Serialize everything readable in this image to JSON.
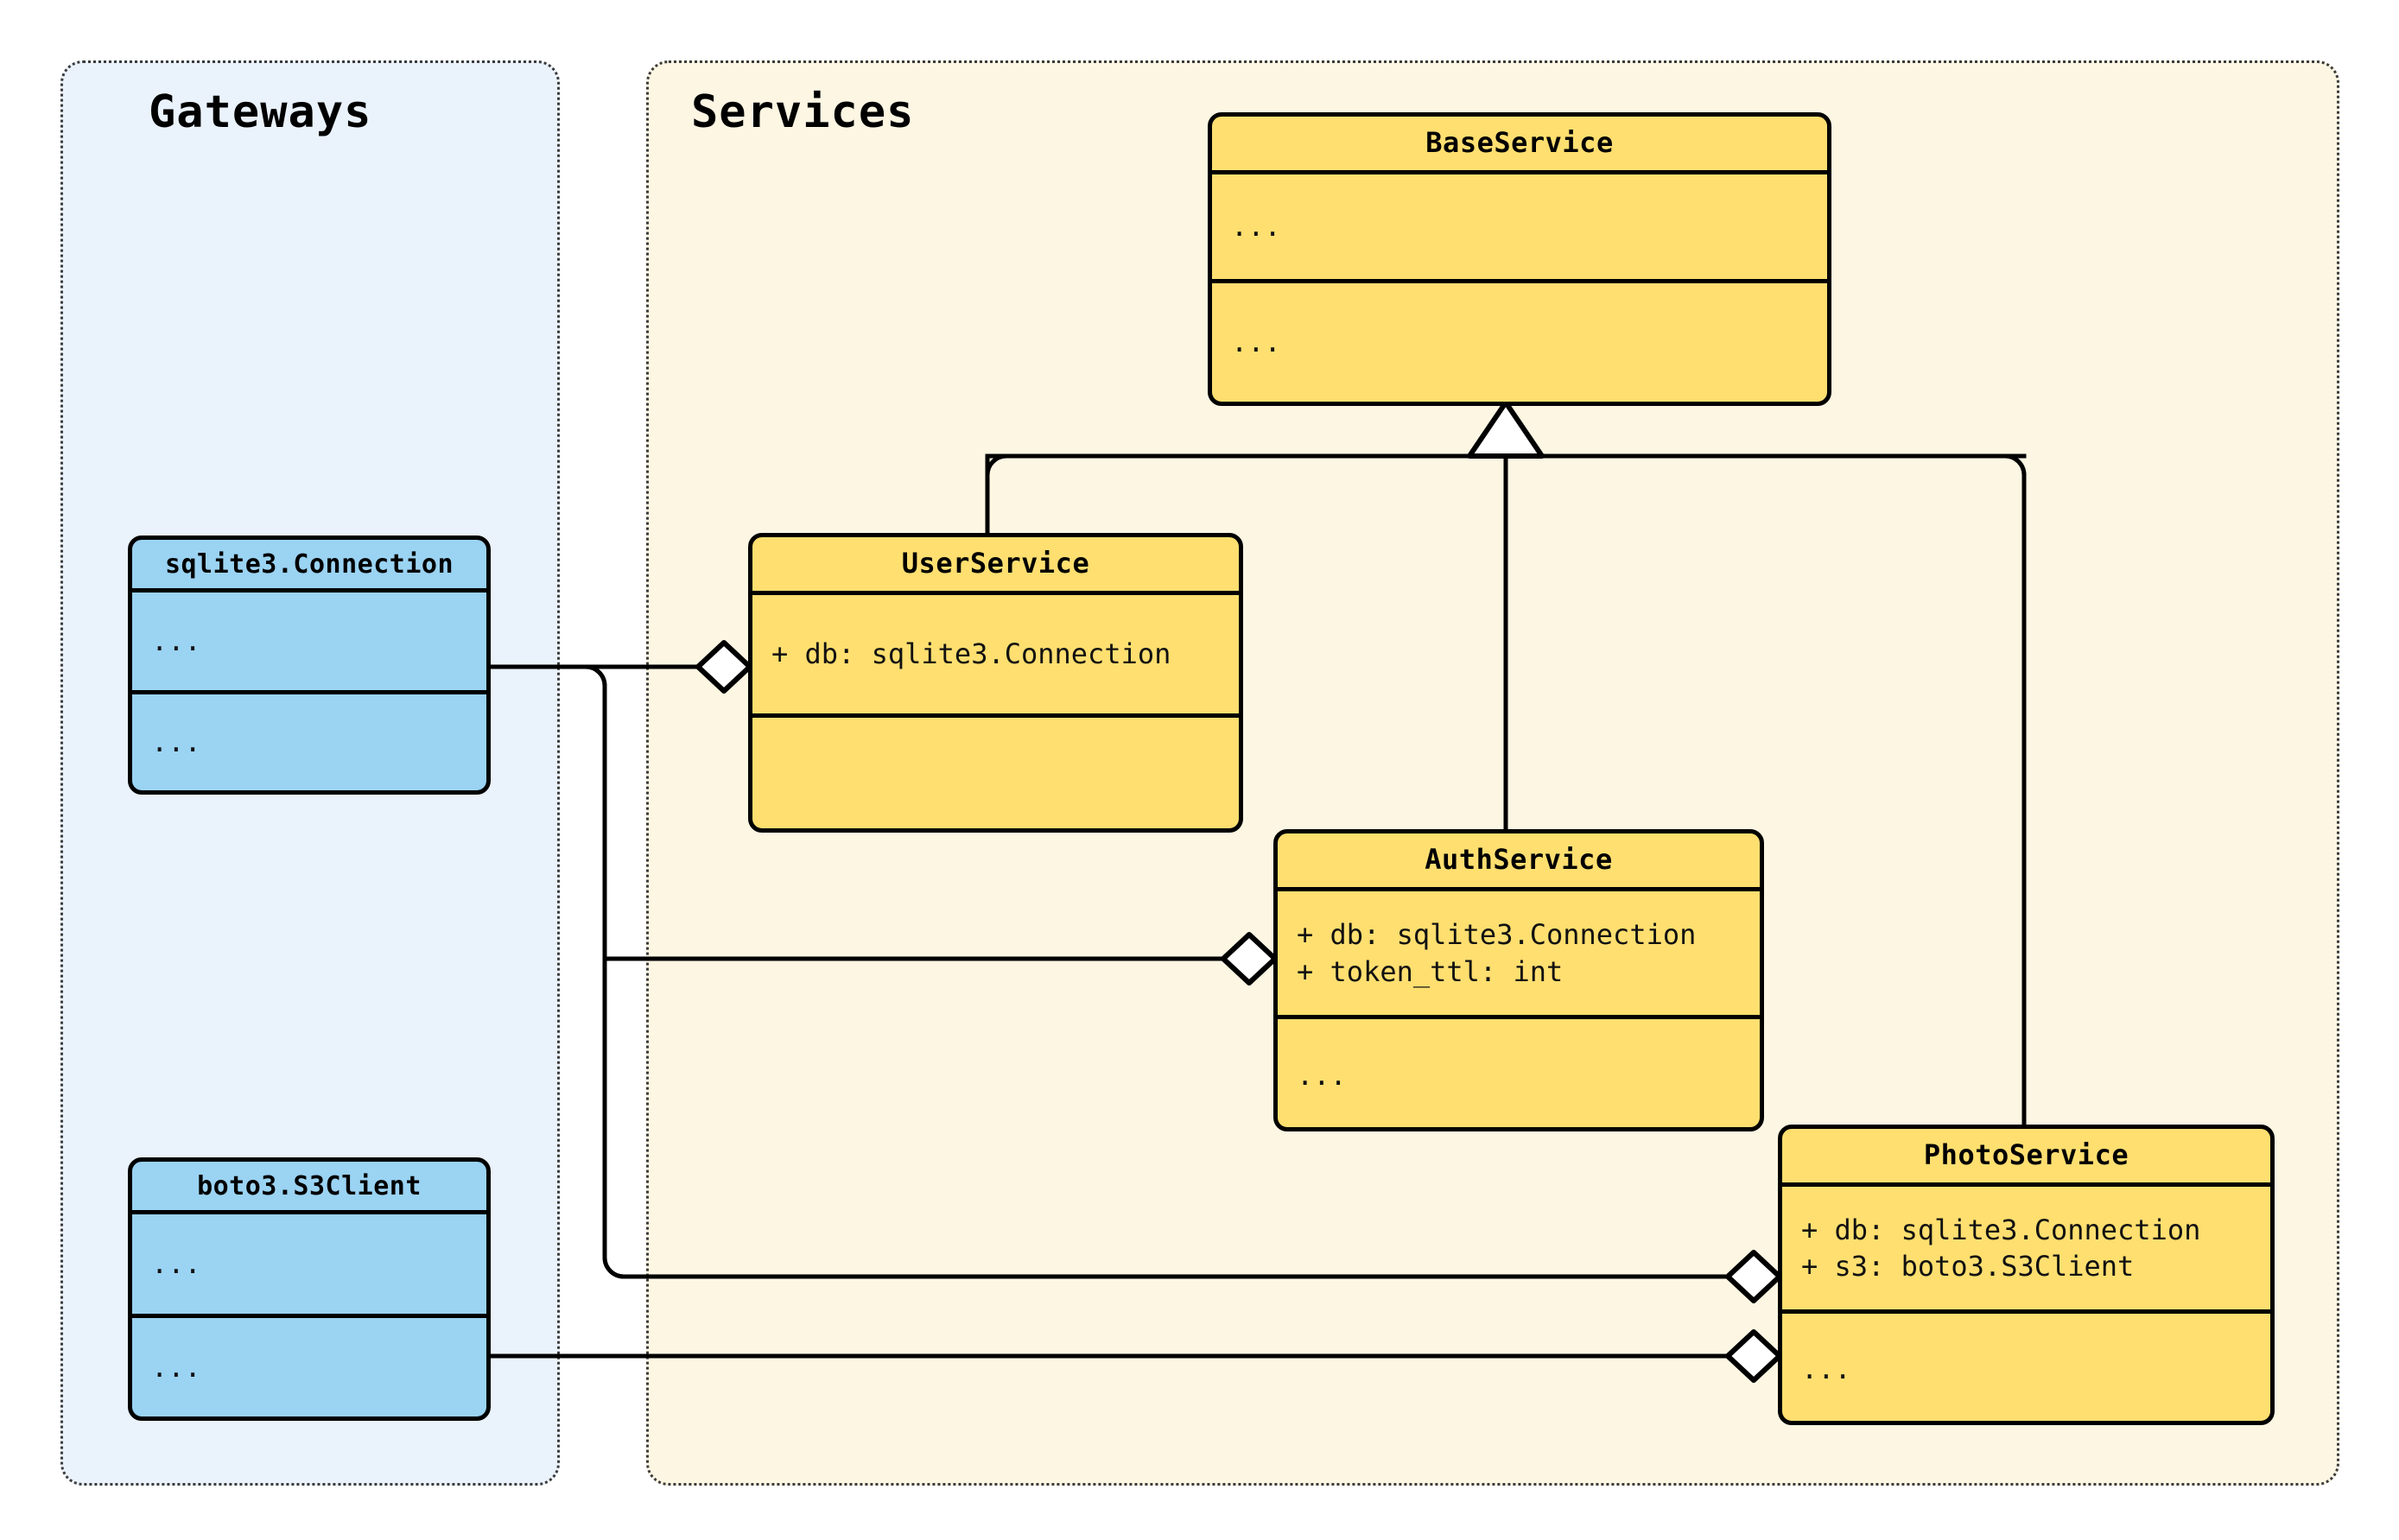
{
  "diagram": {
    "type": "uml-class-diagram",
    "background": "#ffffff",
    "line_color": "#000000"
  },
  "packages": [
    {
      "id": "gateways",
      "title": "Gateways",
      "fill": "#eaf2fc",
      "border": "#3b3b3b"
    },
    {
      "id": "services",
      "title": "Services",
      "fill": "#fdf6e3",
      "border": "#3b3b3b"
    }
  ],
  "classes": [
    {
      "id": "baseservice",
      "name": "BaseService",
      "package": "services",
      "fill": "#ffdf70",
      "attributes": [
        "..."
      ],
      "methods": [
        "..."
      ]
    },
    {
      "id": "userservice",
      "name": "UserService",
      "package": "services",
      "fill": "#ffdf70",
      "attributes": [
        "+ db: sqlite3.Connection"
      ],
      "methods": [
        ""
      ]
    },
    {
      "id": "authservice",
      "name": "AuthService",
      "package": "services",
      "fill": "#ffdf70",
      "attributes": [
        "+ db: sqlite3.Connection",
        "+ token_ttl: int"
      ],
      "methods": [
        "..."
      ]
    },
    {
      "id": "photoservice",
      "name": "PhotoService",
      "package": "services",
      "fill": "#ffdf70",
      "attributes": [
        "+ db: sqlite3.Connection",
        "+ s3: boto3.S3Client"
      ],
      "methods": [
        "..."
      ]
    },
    {
      "id": "sqlite3connection",
      "name": "sqlite3.Connection",
      "package": "gateways",
      "fill": "#9bd3f3",
      "attributes": [
        "..."
      ],
      "methods": [
        "..."
      ]
    },
    {
      "id": "boto3s3client",
      "name": "boto3.S3Client",
      "package": "gateways",
      "fill": "#9bd3f3",
      "attributes": [
        "..."
      ],
      "methods": [
        "..."
      ]
    }
  ],
  "relationships": [
    {
      "kind": "generalization",
      "from": "UserService",
      "to": "BaseService",
      "marker": "hollow-triangle"
    },
    {
      "kind": "generalization",
      "from": "AuthService",
      "to": "BaseService",
      "marker": "hollow-triangle"
    },
    {
      "kind": "generalization",
      "from": "PhotoService",
      "to": "BaseService",
      "marker": "hollow-triangle"
    },
    {
      "kind": "aggregation",
      "from": "UserService",
      "to": "sqlite3.Connection",
      "marker": "hollow-diamond"
    },
    {
      "kind": "aggregation",
      "from": "AuthService",
      "to": "sqlite3.Connection",
      "marker": "hollow-diamond"
    },
    {
      "kind": "aggregation",
      "from": "PhotoService",
      "to": "sqlite3.Connection",
      "marker": "hollow-diamond"
    },
    {
      "kind": "aggregation",
      "from": "PhotoService",
      "to": "boto3.S3Client",
      "marker": "hollow-diamond"
    }
  ]
}
